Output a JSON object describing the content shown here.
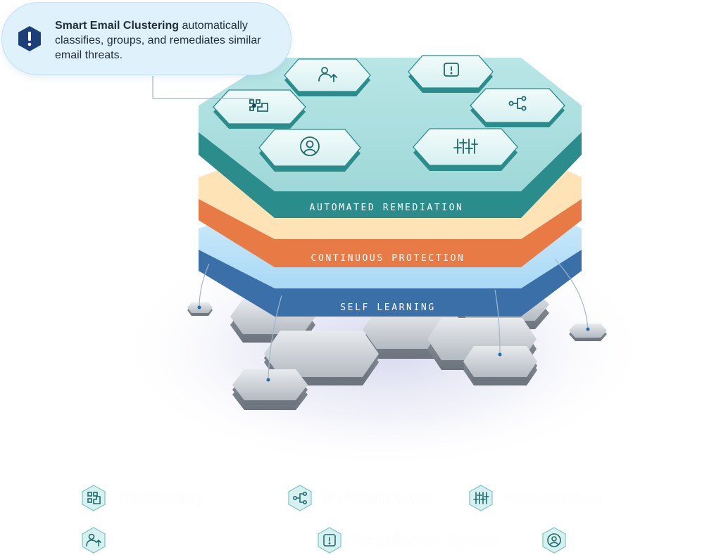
{
  "callout": {
    "title": "Smart Email Clustering",
    "body": " automatically classifies, groups, and remediates similar email threats."
  },
  "layers": [
    {
      "label": "AUTOMATED REMEDIATION",
      "color": "#2b8c8c"
    },
    {
      "label": "CONTINUOUS PROTECTION",
      "color": "#e87a45"
    },
    {
      "label": "SELF LEARNING",
      "color": "#3b6fa8"
    }
  ],
  "platform_icons": [
    "clustering-icon",
    "user-escalation-icon",
    "alert-icon",
    "workflow-icon",
    "user-profile-icon",
    "settings-sliders-icon"
  ],
  "legend": [
    {
      "label": "Clustering",
      "icon": "clustering-icon"
    },
    {
      "label": "IR Workflows",
      "icon": "workflow-icon"
    },
    {
      "label": "Automation",
      "icon": "settings-sliders-icon"
    },
    {
      "label": "",
      "icon": "user-escalation-icon"
    },
    {
      "label": "Escalation Queue",
      "icon": "alert-icon"
    },
    {
      "label": "",
      "icon": "user-profile-icon"
    }
  ],
  "colors": {
    "teal": "#2b8c8c",
    "orange": "#e87a45",
    "cream": "#fde3b6",
    "blue": "#3b6fa8",
    "light_blue": "#b9e2fb",
    "callout_bg": "#dff2fb",
    "icon_stroke": "#1f6b6b",
    "badge_navy": "#1c3f78"
  }
}
